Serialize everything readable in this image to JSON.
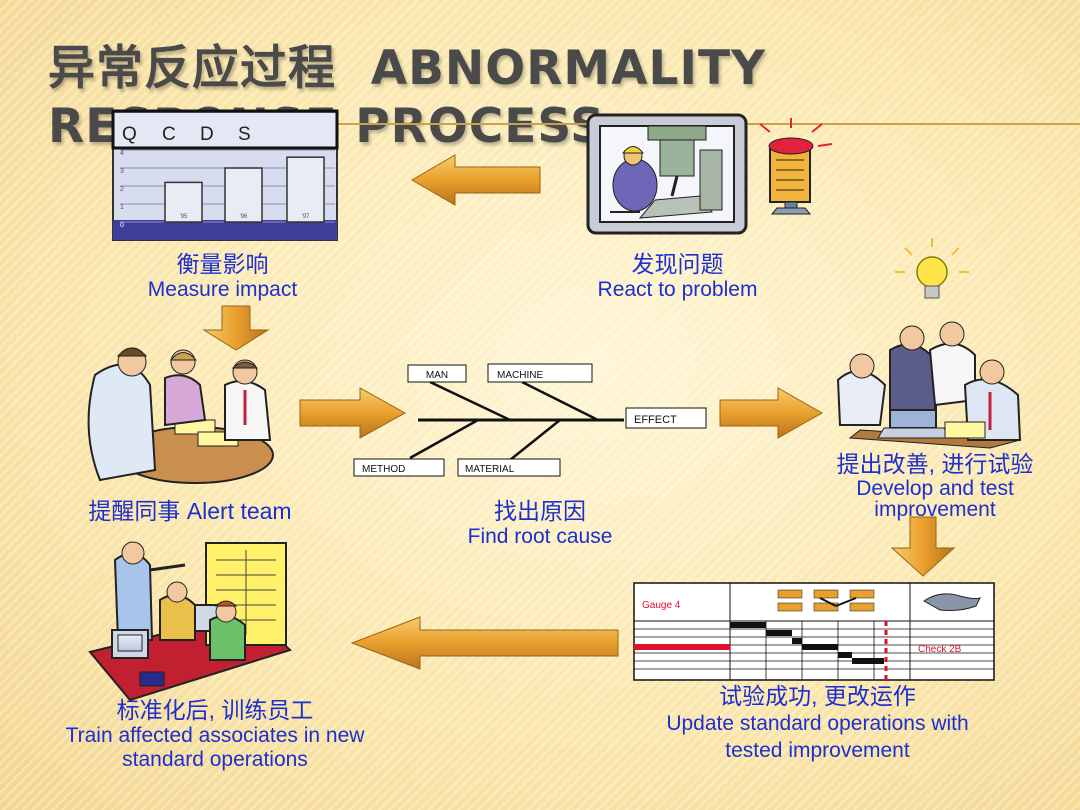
{
  "slide": {
    "title_zh": "异常反应过程",
    "title_en": "ABNORMALITY RESPONSE PROCESS"
  },
  "steps": {
    "react": {
      "zh": "发现问题",
      "en": "React to problem"
    },
    "measure": {
      "zh": "衡量影响",
      "en": "Measure impact"
    },
    "alert": {
      "label": "提醒同事 Alert team"
    },
    "root_cause": {
      "zh": "找出原因",
      "en": "Find root cause"
    },
    "develop": {
      "zh": "提出改善, 进行试验",
      "en": "Develop and test improvement"
    },
    "update": {
      "zh": "试验成功, 更改运作",
      "en": "Update standard operations with tested improvement"
    },
    "train": {
      "zh": "标准化后, 训练员工",
      "en": "Train affected associates in new standard operations"
    }
  },
  "qcds_chart": {
    "header_letters": [
      "Q",
      "C",
      "D",
      "S"
    ],
    "bars": [
      {
        "label": "'95",
        "value": 2.2
      },
      {
        "label": "'96",
        "value": 3.0
      },
      {
        "label": "'97",
        "value": 3.6
      }
    ],
    "y_ticks": [
      "4",
      "3",
      "2",
      "1",
      "0"
    ]
  },
  "fishbone": {
    "causes_top": [
      "MAN",
      "MACHINE"
    ],
    "causes_bottom": [
      "METHOD",
      "MATERIAL"
    ],
    "effect": "EFFECT"
  },
  "gantt": {
    "left_label": "Gauge 4",
    "right_label": "Check 2B"
  },
  "colors": {
    "caption_blue": "#1c2fd0",
    "arrow_orange": "#e9a02e",
    "title_gray": "#4a4a4a"
  }
}
